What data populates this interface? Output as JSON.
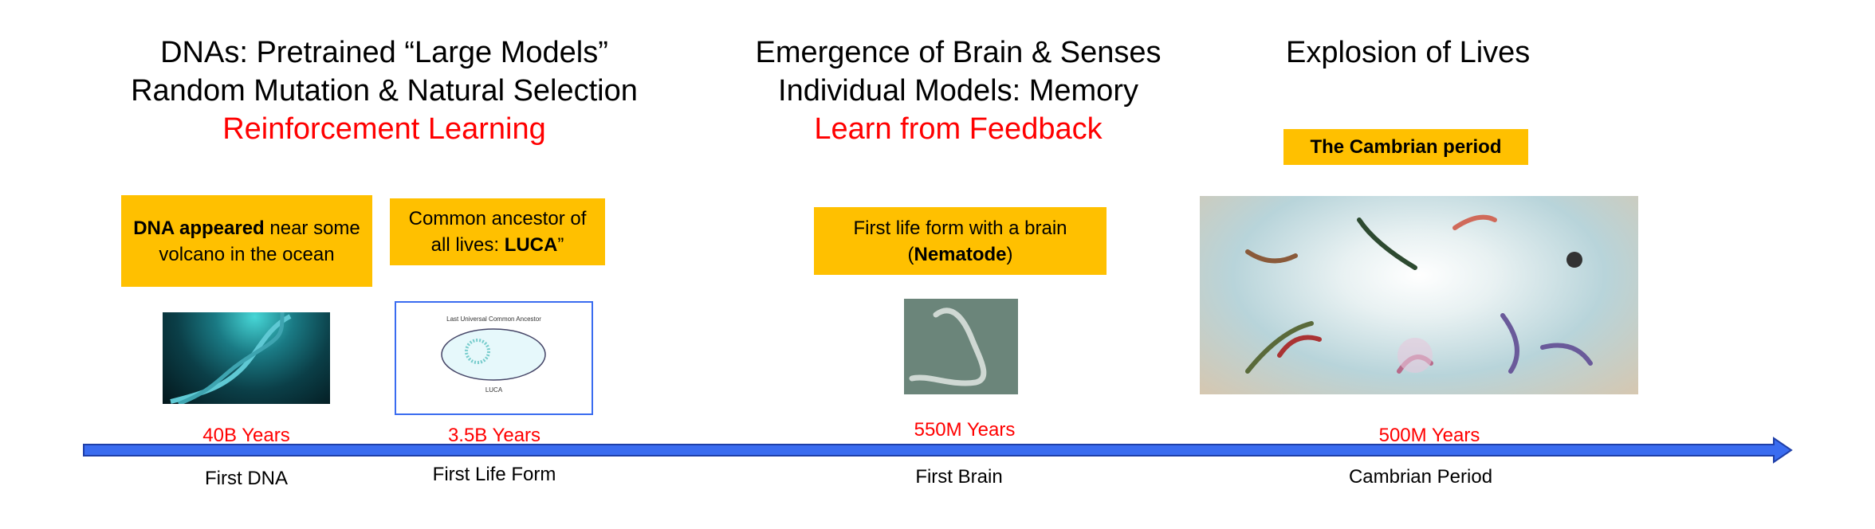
{
  "sections": [
    {
      "lines": [
        "DNAs: Pretrained “Large Models”",
        "Random Mutation & Natural Selection"
      ],
      "highlight": "Reinforcement Learning"
    },
    {
      "lines": [
        "Emergence of Brain & Senses",
        "Individual Models: Memory"
      ],
      "highlight": "Learn from Feedback"
    },
    {
      "lines": [
        "Explosion of Lives"
      ]
    }
  ],
  "boxes": {
    "dna": {
      "bold": "DNA appeared",
      "rest": " near some volcano in the ocean"
    },
    "luca": {
      "pre": "Common ancestor of all lives: ",
      "bold": "LUCA",
      "post": "”"
    },
    "nematode": {
      "pre": "First life form with a brain (",
      "bold": "Nematode",
      "post": ")"
    },
    "cambrian": {
      "bold": "The Cambrian period"
    }
  },
  "luca_image": {
    "title": "Last Universal Common Ancestor",
    "label": "LUCA"
  },
  "timeline": [
    {
      "years": "40B Years",
      "label": "First DNA"
    },
    {
      "years": "3.5B Years",
      "label": "First Life Form"
    },
    {
      "years": "550M Years",
      "label": "First Brain"
    },
    {
      "years": "500M Years",
      "label": "Cambrian Period"
    }
  ],
  "colors": {
    "box": "#ffc000",
    "accent": "#ff0000",
    "axis": "#3a6cf0"
  }
}
